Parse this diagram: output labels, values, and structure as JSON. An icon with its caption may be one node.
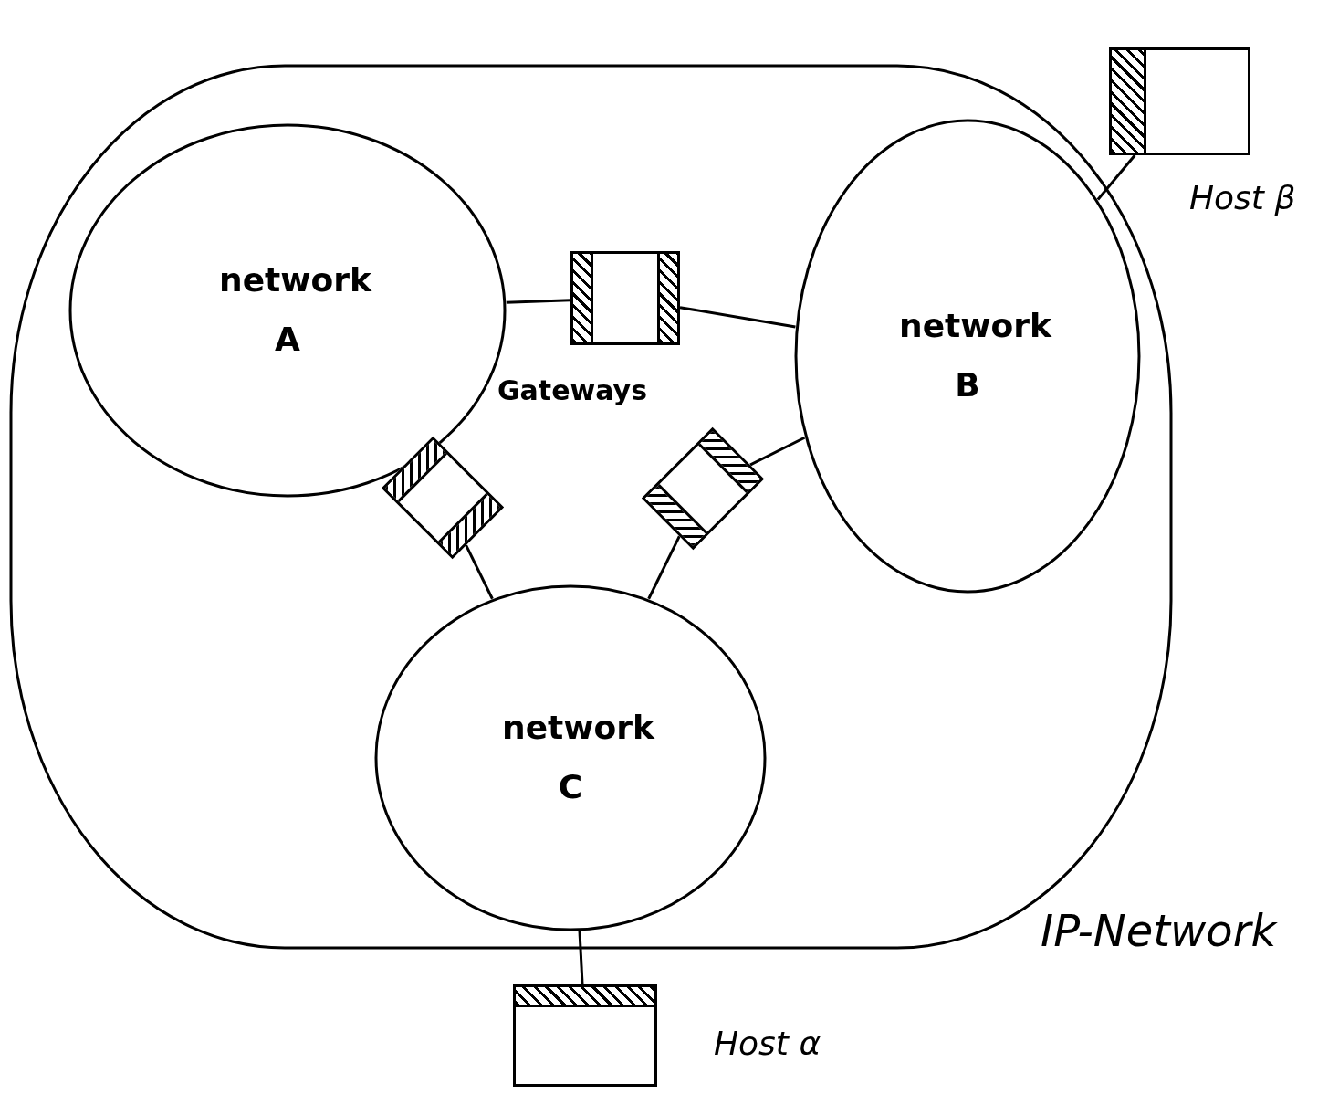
{
  "diagram": {
    "nodes": [
      {
        "text": [
          "IP-Network"
        ]
      },
      {
        "text": [
          "network A"
        ],
        "in": 0
      },
      {
        "text": [
          "network B"
        ],
        "in": 0
      },
      {
        "text": [
          "network C"
        ],
        "in": 0
      },
      {
        "text": [],
        "shape": "box",
        "in": 0
      },
      {
        "text": [],
        "shape": "box",
        "in": 0
      },
      {
        "text": [],
        "shape": "box",
        "in": 0
      },
      {
        "text": [
          "Host β"
        ]
      },
      {
        "text": [
          "Host α"
        ]
      }
    ],
    "edges": [
      {
        "from": 1,
        "to": 4,
        "arrow": "none"
      },
      {
        "from": 4,
        "to": 2,
        "arrow": "none"
      },
      {
        "from": 1,
        "to": 5,
        "arrow": "none"
      },
      {
        "from": 5,
        "to": 3,
        "arrow": "none"
      },
      {
        "from": 2,
        "to": 6,
        "arrow": "none"
      },
      {
        "from": 6,
        "to": 3,
        "arrow": "none"
      },
      {
        "from": 2,
        "to": 7,
        "arrow": "none"
      },
      {
        "from": 3,
        "to": 8,
        "arrow": "none"
      }
    ],
    "labels": [
      "Gateways"
    ]
  }
}
